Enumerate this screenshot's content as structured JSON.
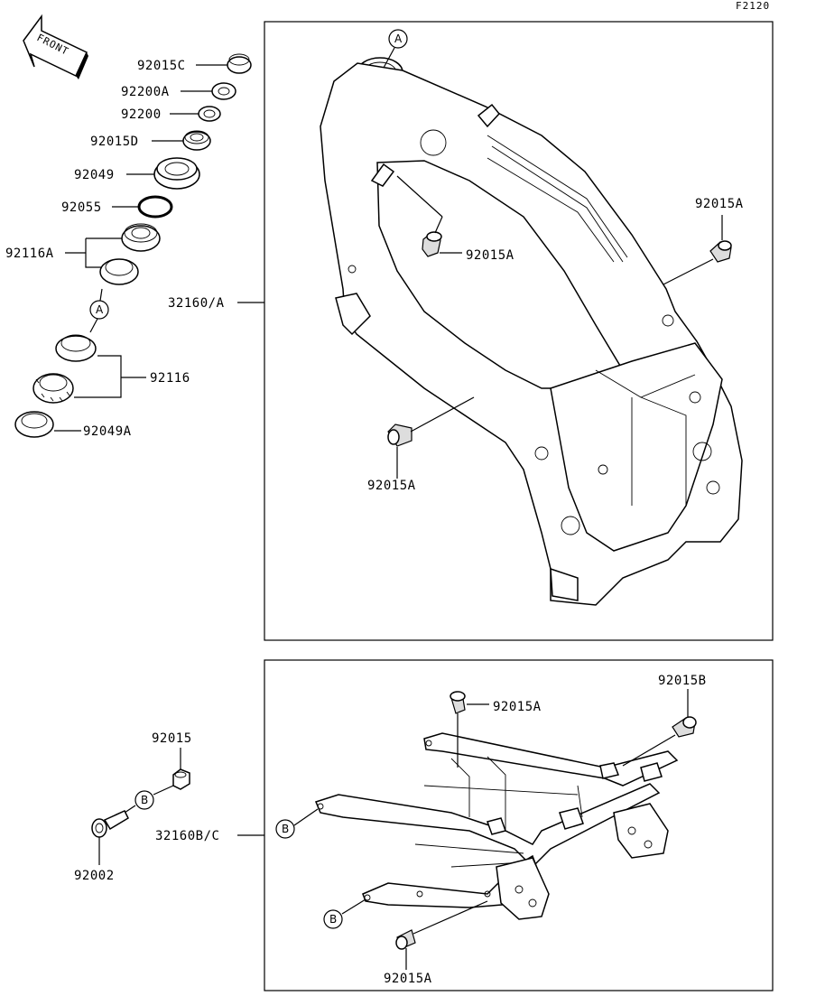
{
  "figure_code": "F2120",
  "front_label": "FRONT",
  "parts": {
    "p92015C": "92015C",
    "p92200A": "92200A",
    "p92200": "92200",
    "p92015D": "92015D",
    "p92049": "92049",
    "p92055": "92055",
    "p92116A": "92116A",
    "p92116": "92116",
    "p92049A": "92049A",
    "p32160A": "32160/A",
    "p92015A_1": "92015A",
    "p92015A_2": "92015A",
    "p92015A_3": "92015A",
    "p92015A_4": "92015A",
    "p92015A_5": "92015A",
    "p92015B": "92015B",
    "p92015": "92015",
    "p92002": "92002",
    "p32160BC": "32160B/C"
  },
  "callouts": {
    "a": "A",
    "b": "B"
  }
}
